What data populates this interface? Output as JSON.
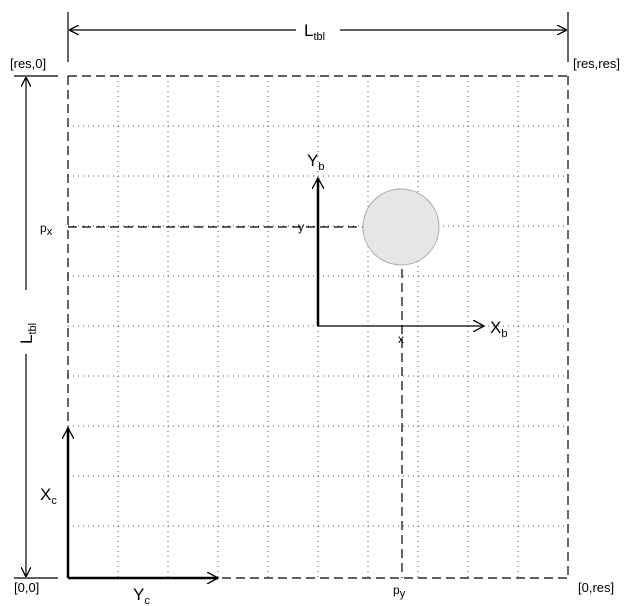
{
  "corners": {
    "top_left": "[res,0]",
    "top_right": "[res,res]",
    "bottom_left": "[0,0]",
    "bottom_right": "[0,res]"
  },
  "table_length": {
    "main": "L",
    "sub": "tbl"
  },
  "table_length_vertical": {
    "main": "L",
    "sub": "tbl"
  },
  "camera_frame": {
    "x_axis": {
      "main": "X",
      "sub": "c"
    },
    "y_axis": {
      "main": "Y",
      "sub": "c"
    }
  },
  "ball_frame": {
    "x_axis": {
      "main": "X",
      "sub": "b"
    },
    "y_axis": {
      "main": "Y",
      "sub": "b"
    }
  },
  "point": {
    "px": {
      "main": "p",
      "sub": "x"
    },
    "py": {
      "main": "p",
      "sub": "y"
    },
    "x_label": "x",
    "y_label": "y"
  },
  "grid": {
    "divisions": 10
  },
  "colors": {
    "ball_fill": "#e6e6e6",
    "ball_stroke": "#aaaaaa",
    "line": "#000000"
  }
}
